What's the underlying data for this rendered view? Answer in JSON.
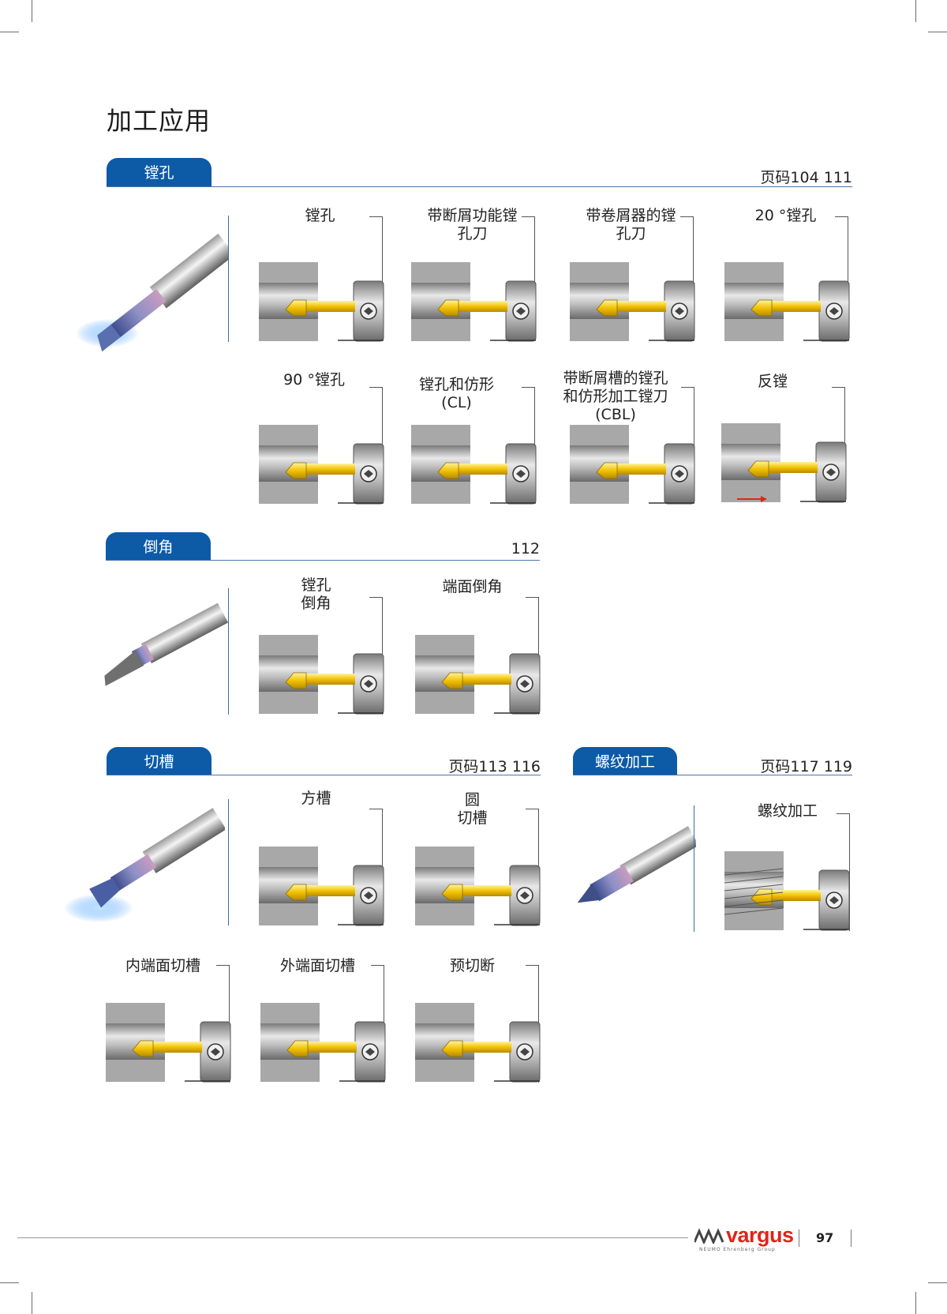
{
  "page_title": "加工应用",
  "colors": {
    "section_tab": "#0d5aa7",
    "insert_gold": "#f2c200",
    "body_gray": "#a9a9a9",
    "brand_red": "#e2231a"
  },
  "sections": {
    "boring": {
      "tab": "镗孔",
      "page_ref": "页码104 111",
      "tiles": [
        {
          "label": "镗孔"
        },
        {
          "label": "带断屑功能镗\n孔刀"
        },
        {
          "label": "带卷屑器的镗\n孔刀"
        },
        {
          "label": "20 °镗孔"
        },
        {
          "label": "90 °镗孔"
        },
        {
          "label": "镗孔和仿形\n(CL)"
        },
        {
          "label": "带断屑槽的镗孔\n和仿形加工镗刀\n(CBL)"
        },
        {
          "label": "反镗"
        }
      ]
    },
    "chamfer": {
      "tab": "倒角",
      "page_ref": "112",
      "tiles": [
        {
          "label": "镗孔\n倒角"
        },
        {
          "label": "端面倒角"
        }
      ]
    },
    "grooving": {
      "tab": "切槽",
      "page_ref": "页码113 116",
      "tiles": [
        {
          "label": "方槽"
        },
        {
          "label": "圆\n切槽"
        },
        {
          "label": "内端面切槽"
        },
        {
          "label": "外端面切槽"
        },
        {
          "label": "预切断"
        }
      ]
    },
    "threading": {
      "tab": "螺纹加工",
      "page_ref": "页码117 119",
      "tiles": [
        {
          "label": "螺纹加工"
        }
      ]
    }
  },
  "footer": {
    "brand": "vargus",
    "brand_sub": "NEUMO Ehrenberg Group",
    "page_number": "97"
  }
}
